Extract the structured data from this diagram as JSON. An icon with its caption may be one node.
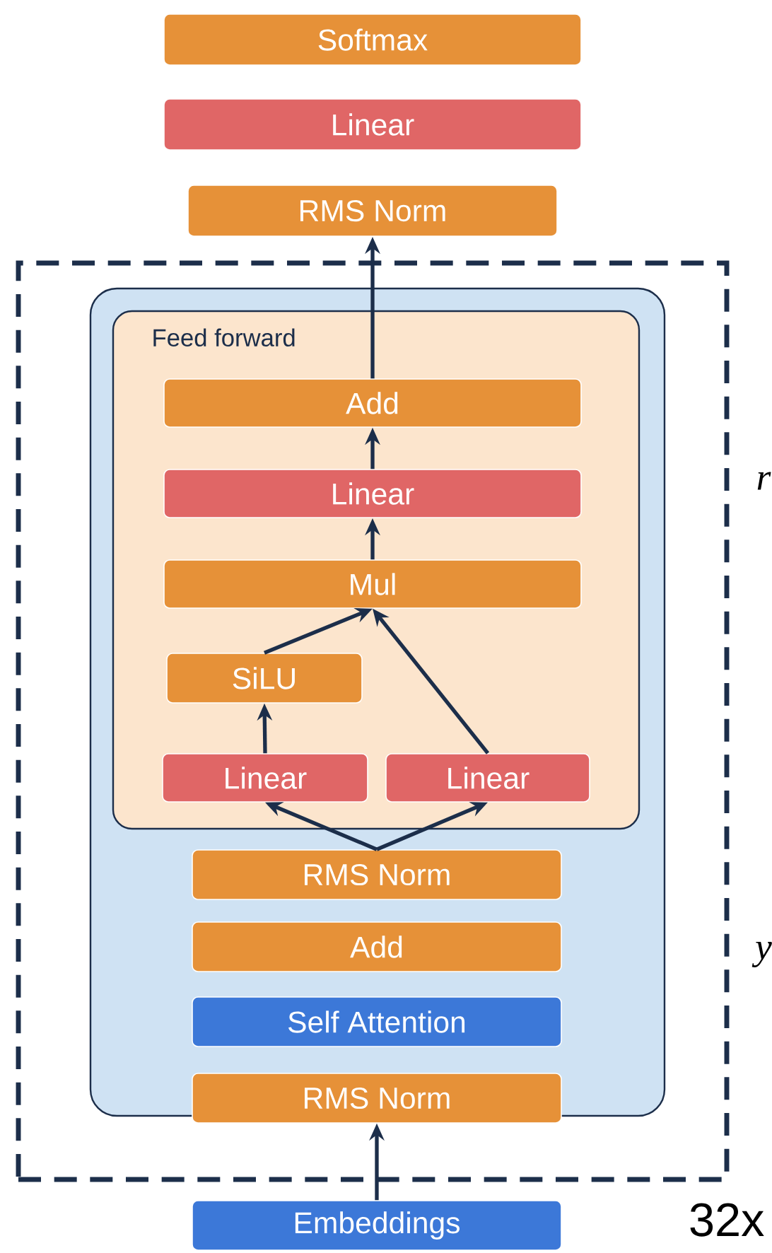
{
  "diagram": {
    "nodes": [
      {
        "text": [
          "Softmax"
        ]
      },
      {
        "text": [
          "Linear"
        ]
      },
      {
        "text": [
          "RMS Norm"
        ]
      },
      {
        "text": [],
        "shape": "box",
        "beside": [
          "32x"
        ]
      },
      {
        "text": [],
        "shape": "box",
        "in": 3
      },
      {
        "text": [
          "Feed forward"
        ],
        "in": 4
      },
      {
        "text": [
          "Add"
        ],
        "in": 5
      },
      {
        "text": [
          "Linear"
        ],
        "in": 5
      },
      {
        "text": [
          "Mul"
        ],
        "in": 5
      },
      {
        "text": [
          "SiLU"
        ],
        "in": 5
      },
      {
        "text": [
          "Linear"
        ],
        "in": 5
      },
      {
        "text": [
          "Linear"
        ],
        "in": 5
      },
      {
        "text": [
          "RMS Norm"
        ],
        "in": 4
      },
      {
        "text": [
          "Add"
        ],
        "in": 4
      },
      {
        "text": [
          "Self Attention"
        ],
        "in": 4
      },
      {
        "text": [
          "RMS Norm"
        ],
        "in": 4
      },
      {
        "text": [
          "Embeddings"
        ]
      }
    ],
    "edges": [
      {
        "from": 16,
        "to": 15,
        "arrow": "to"
      },
      {
        "from": 12,
        "to": 10,
        "arrow": "to"
      },
      {
        "from": 12,
        "to": 11,
        "arrow": "to"
      },
      {
        "from": 10,
        "to": 9,
        "arrow": "to"
      },
      {
        "from": 9,
        "to": 8,
        "arrow": "to"
      },
      {
        "from": 11,
        "to": 8,
        "arrow": "to"
      },
      {
        "from": 8,
        "to": 7,
        "arrow": "to"
      },
      {
        "from": 7,
        "to": 6,
        "arrow": "to"
      },
      {
        "from": 6,
        "to": 2,
        "arrow": "to"
      }
    ],
    "labels": [
      "r",
      "y"
    ]
  }
}
